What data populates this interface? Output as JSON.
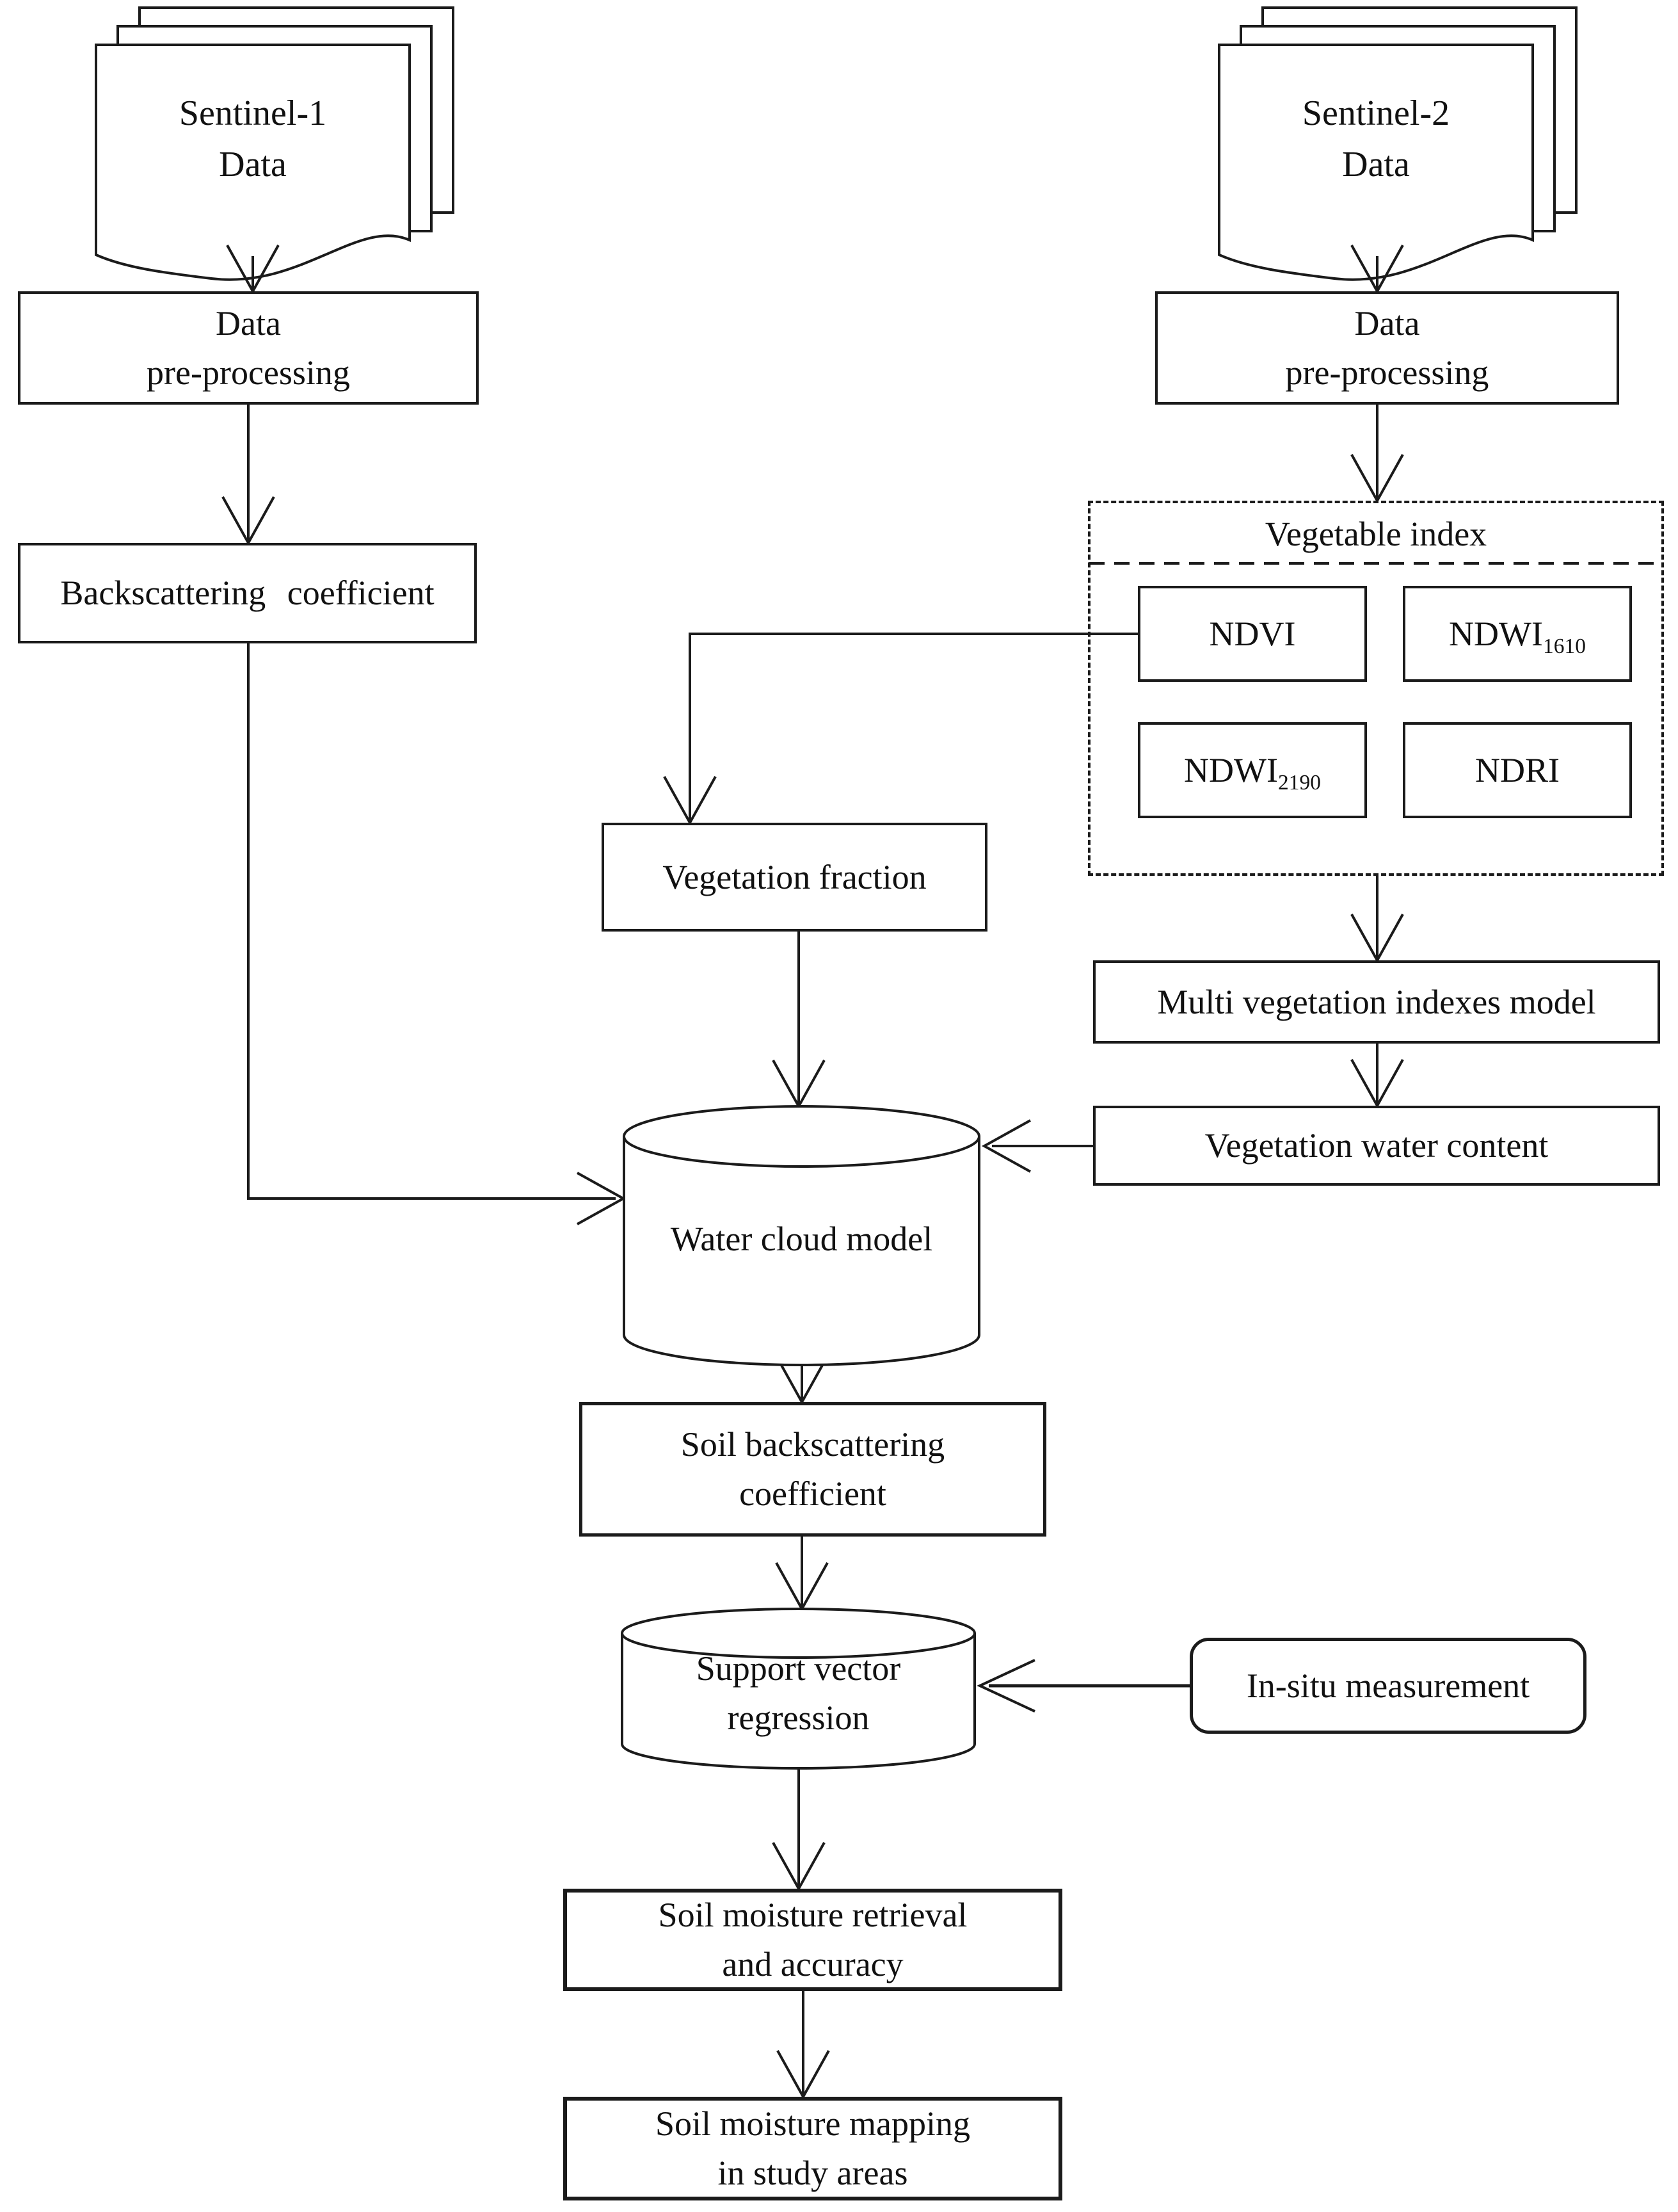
{
  "figure": {
    "background": "#ffffff",
    "line_color": "#1b1b1b",
    "text_color": "#111111"
  },
  "nodes": {
    "sentinel1": {
      "line1": "Sentinel-1",
      "line2": "Data"
    },
    "preproc_left": {
      "line1": "Data",
      "line2": "pre-processing"
    },
    "backscatter": {
      "label": "Backscattering coefficient"
    },
    "sentinel2": {
      "line1": "Sentinel-2",
      "line2": "Data"
    },
    "preproc_right": {
      "line1": "Data",
      "line2": "pre-processing"
    },
    "vegetable_index": {
      "title": "Vegetable index"
    },
    "ndvi": {
      "label": "NDVI"
    },
    "ndwi1610": {
      "base": "NDWI",
      "sub": "1610"
    },
    "ndwi2190": {
      "base": "NDWI",
      "sub": "2190"
    },
    "ndri": {
      "label": "NDRI"
    },
    "vegetation_fraction": {
      "label": "Vegetation fraction"
    },
    "multi_vegetation": {
      "label": "Multi vegetation indexes model"
    },
    "vegetation_water": {
      "label": "Vegetation water content"
    },
    "water_cloud": {
      "label": "Water cloud model"
    },
    "soil_backscatter": {
      "line1": "Soil backscattering",
      "line2": "coefficient"
    },
    "svr": {
      "line1": "Support vector",
      "line2": "regression"
    },
    "insitu": {
      "label": "In-situ measurement"
    },
    "retrieval": {
      "line1": "Soil moisture retrieval",
      "line2": "and accuracy"
    },
    "mapping": {
      "line1": "Soil moisture mapping",
      "line2": "in study areas"
    }
  }
}
